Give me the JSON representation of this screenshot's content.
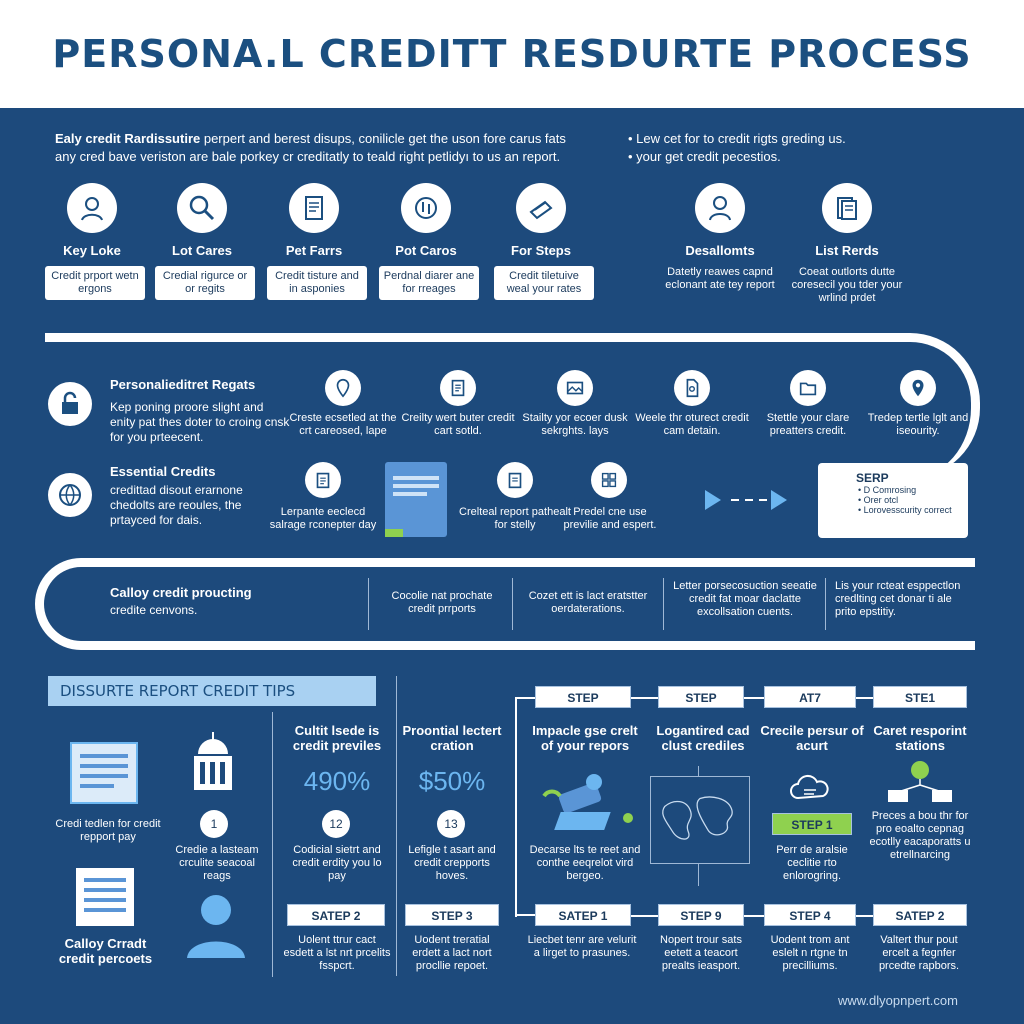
{
  "title": "PERSONA.L CREDITT RESDURTE PROCESS",
  "intro": {
    "left_bold": "Ealy credit Rardissutire",
    "left_rest": " perpert and berest disups, conilicle get the uson fore carus fats",
    "left_line2": "any cred bave veriston are bale porkey cr creditatly to teald right petlidyı to us an report.",
    "right_line1": "Lew cet for to credit rigts greding us.",
    "right_line2": "your get credit pecestios."
  },
  "icons_top": [
    {
      "label": "Key Loke",
      "box": "Credit prport wetn ergons"
    },
    {
      "label": "Lot Cares",
      "box": "Credial rigurce or or regits"
    },
    {
      "label": "Pet Farrs",
      "box": "Credit tisture and in asponies"
    },
    {
      "label": "Pot Caros",
      "box": "Perdnal diarer ane for rreages"
    },
    {
      "label": "For Steps",
      "box": "Credit tiletuive weal your rates"
    },
    {
      "label": "Desallomts",
      "desc": "Datetly reawes capnd eclonant ate tey report"
    },
    {
      "label": "List Rerds",
      "desc": "Coeat outlorts dutte coresecil you tder your wrlind prdet"
    }
  ],
  "row1": {
    "title": "Personalieditret Regats",
    "body": "Kep poning proore slight and enity pat thes doter to croing cnsk for you prteecent.",
    "steps": [
      "Creste ecsetled at the crt careosed, lape",
      "Creilty wert buter credit cart sotld.",
      "Stailty yor ecoer dusk sekrghts. lays",
      "Weele thr oturect credit cam detain.",
      "Stettle your clare preatters credit.",
      "Tredep tertle lglt and iseourity."
    ]
  },
  "row2": {
    "title": "Essential Credits",
    "body": "credittad disout erarnone chedolts are reoules, the prtayced for dais.",
    "steps": [
      "Lerpante eeclecd salrage rconepter day",
      "Crelteal report pathealt for stelly",
      "Predel cne use previlie and espert."
    ],
    "serp": {
      "title": "SERP",
      "items": [
        "D Comrosing",
        "Orer otcl",
        "Lorovesscurity correct"
      ]
    }
  },
  "row3": {
    "title": "Calloy credit proucting",
    "sub": "credite cenvons.",
    "cols": [
      "Cocolie nat prochate credit prrports",
      "Cozet ett is lact eratstter oerdaterations.",
      "Letter porsecosuction seeatie credit fat moar daclatte excollsation cuents.",
      "Lis your rcteat esppectlon credlting cet donar ti ale prito epstitiy."
    ]
  },
  "tips": {
    "header": "DISSURTE REPORT CREDIT TIPS",
    "left_top": "Credi tedlen for credit repport pay",
    "left_bottom": "Calloy Crradt credit percoets",
    "col_a": {
      "num": "1",
      "text": "Credie a lasteam crculite seacoal reags"
    },
    "col_b": {
      "title": "Cultit lsede is credit previles",
      "big": "490%",
      "num": "12",
      "text": "Codicial sietrt and credit erdity you lo pay",
      "step": "SATEP 2",
      "foot": "Uolent ttrur cact esdett a lst nrt prcelits fsspcrt."
    },
    "col_c": {
      "title": "Proontial lectert cration",
      "big": "$50%",
      "num": "13",
      "text": "Lefigle t asart and credit crepports hoves.",
      "step": "STEP 3",
      "foot": "Uodent treratial erdett a lact nort procllie repoet."
    }
  },
  "flow": {
    "top_steps": [
      "STEP",
      "STEP",
      "AT7",
      "STE1"
    ],
    "titles": [
      "Impacle gse crelt of your repors",
      "Logantired cad clust crediles",
      "Crecile persur of acurt",
      "Caret resporint stations"
    ],
    "descs": [
      "Decarse lts te reet and conthe eeqrelot vird bergeo.",
      "",
      "Perr de aralsie ceclitie rto enlorogring.",
      "Preces a bou thr for pro eoalto cepnag ecotlly eacaporatts u etrellnarcing"
    ],
    "green_step": "STEP 1",
    "bottom_steps": [
      "SATEP 1",
      "STEP 9",
      "STEP 4",
      "SATEP 2"
    ],
    "bottom_descs": [
      "Liecbet tenr are velurit a lirget to prasunes.",
      "Nopert trour sats eetett a teacort prealts ieasport.",
      "Uodent trom ant eslelt n rtgne tn precilliums.",
      "Valtert thur pout ercelt a fegnfer prcedte rapbors."
    ]
  },
  "footer_url": "www.dlyopnpert.com",
  "colors": {
    "navy": "#1d4a7c",
    "title": "#1b4f80",
    "accent": "#6cb6f0",
    "green": "#8fd14f",
    "tips_bg": "#a9d1f2"
  }
}
